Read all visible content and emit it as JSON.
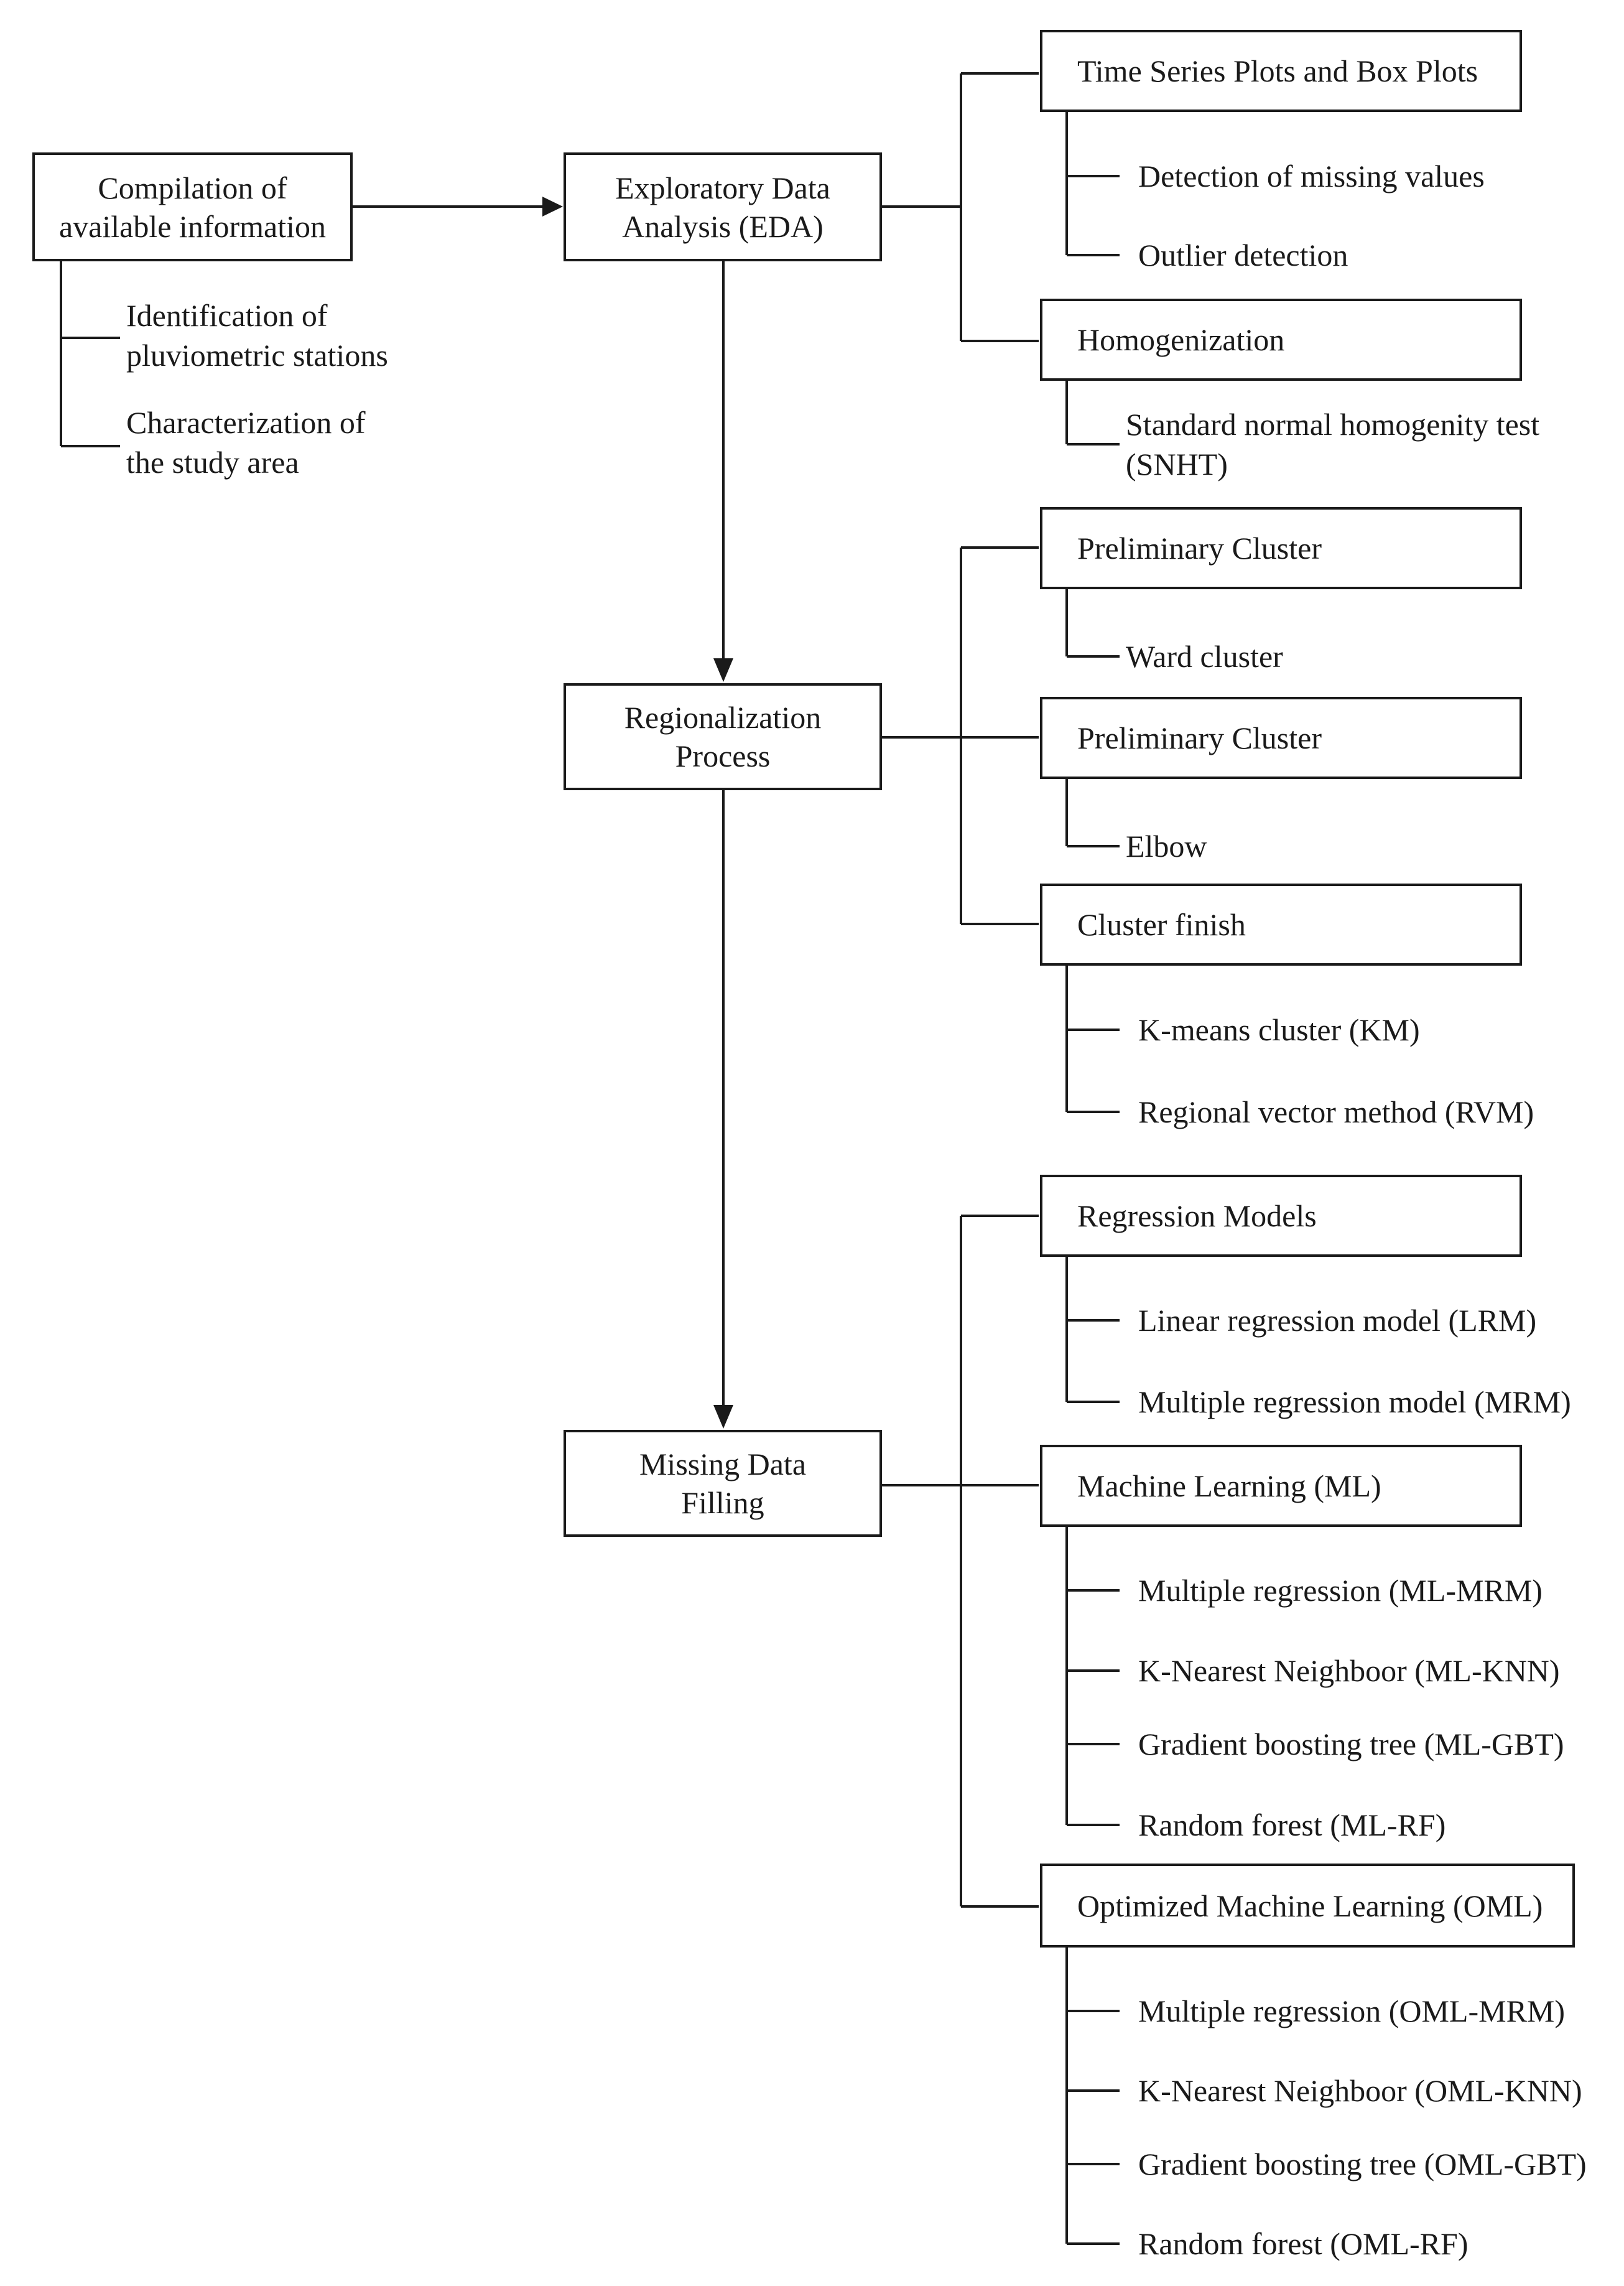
{
  "left": {
    "compilation": "Compilation of\navailable information",
    "items": [
      "Identification of\npluviometric stations",
      "Characterization of\nthe study area"
    ]
  },
  "main": {
    "eda": "Exploratory Data\nAnalysis (EDA)",
    "regionalization": "Regionalization\nProcess",
    "filling": "Missing Data\nFilling"
  },
  "eda_branch": {
    "ts_box": "Time Series Plots and Box Plots",
    "ts_items": [
      "Detection of missing values",
      "Outlier detection"
    ],
    "homogenization": "Homogenization",
    "homog_items": [
      "Standard normal homogenity test\n(SNHT)"
    ]
  },
  "region_branch": {
    "prelim1": "Preliminary Cluster",
    "prelim1_items": [
      "Ward cluster"
    ],
    "prelim2": "Preliminary Cluster",
    "prelim2_items": [
      "Elbow"
    ],
    "finish": "Cluster finish",
    "finish_items": [
      "K-means cluster (KM)",
      "Regional vector method (RVM)"
    ]
  },
  "filling_branch": {
    "regression": "Regression Models",
    "regression_items": [
      "Linear regression model (LRM)",
      "Multiple regression model (MRM)"
    ],
    "ml": "Machine Learning (ML)",
    "ml_items": [
      "Multiple regression (ML-MRM)",
      "K-Nearest Neighboor (ML-KNN)",
      "Gradient boosting tree (ML-GBT)",
      "Random forest (ML-RF)"
    ],
    "oml": "Optimized Machine Learning (OML)",
    "oml_items": [
      "Multiple regression (OML-MRM)",
      "K-Nearest Neighboor (OML-KNN)",
      "Gradient boosting tree (OML-GBT)",
      "Random forest (OML-RF)"
    ]
  }
}
